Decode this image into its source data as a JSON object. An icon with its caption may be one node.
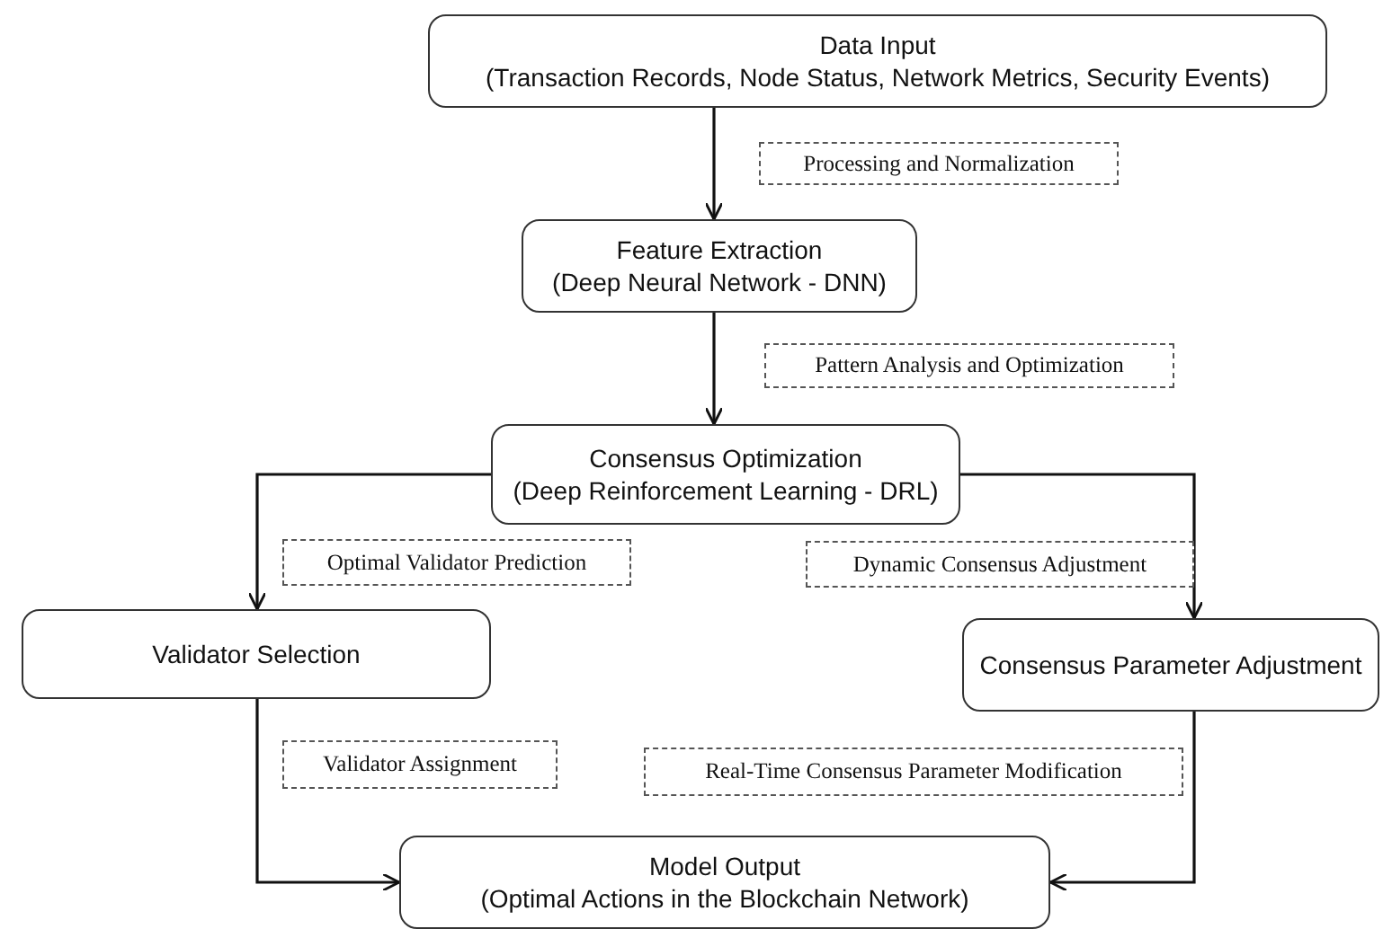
{
  "diagram": {
    "nodes": [
      {
        "text": [
          "Data Input",
          "(Transaction Records, Node Status, Network Metrics, Security Events)"
        ]
      },
      {
        "text": [
          "Feature Extraction",
          "(Deep Neural Network - DNN)"
        ]
      },
      {
        "text": [
          "Consensus Optimization",
          "(Deep Reinforcement Learning - DRL)"
        ]
      },
      {
        "text": [
          "Validator Selection"
        ]
      },
      {
        "text": [
          "Consensus Parameter Adjustment"
        ]
      },
      {
        "text": [
          "Model Output",
          "(Optimal Actions in the Blockchain Network)"
        ]
      }
    ],
    "edges": [
      {
        "from": 0,
        "to": 1,
        "arrow": "to",
        "label": "Processing and Normalization"
      },
      {
        "from": 1,
        "to": 2,
        "arrow": "to",
        "label": "Pattern Analysis and Optimization"
      },
      {
        "from": 2,
        "to": 3,
        "arrow": "to",
        "label": "Optimal Validator Prediction"
      },
      {
        "from": 2,
        "to": 4,
        "arrow": "to",
        "label": "Dynamic Consensus Adjustment"
      },
      {
        "from": 3,
        "to": 5,
        "arrow": "to",
        "label": "Validator Assignment"
      },
      {
        "from": 4,
        "to": 5,
        "arrow": "to",
        "label": "Real-Time Consensus Parameter Modification"
      }
    ]
  }
}
